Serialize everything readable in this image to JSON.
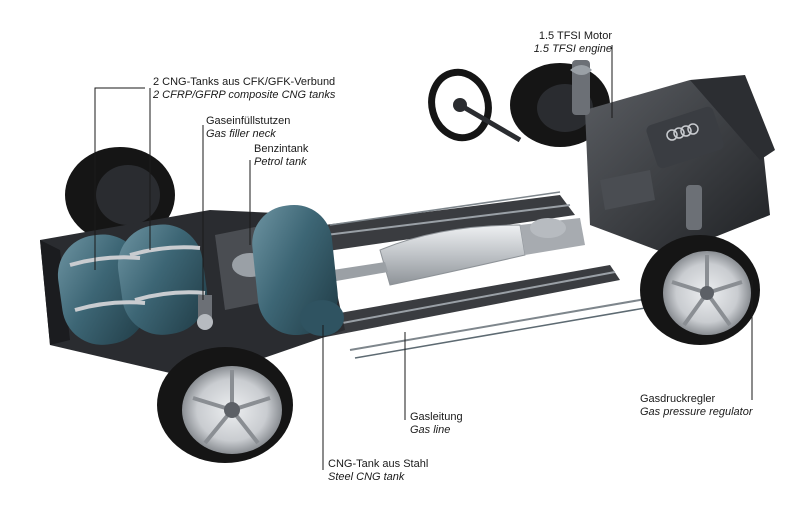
{
  "callouts": {
    "cng_tanks_composite": {
      "de": "2 CNG-Tanks aus CFK/GFK-Verbund",
      "en": "2 CFRP/GFRP composite CNG tanks"
    },
    "gas_filler_neck": {
      "de": "Gaseinfüllstutzen",
      "en": "Gas filler neck"
    },
    "petrol_tank": {
      "de": "Benzintank",
      "en": "Petrol tank"
    },
    "engine": {
      "de": "1.5 TFSI Motor",
      "en": "1.5 TFSI engine"
    },
    "gas_pressure_regulator": {
      "de": "Gasdruckregler",
      "en": "Gas pressure regulator"
    },
    "gas_line": {
      "de": "Gasleitung",
      "en": "Gas line"
    },
    "steel_cng_tank": {
      "de": "CNG-Tank aus Stahl",
      "en": "Steel CNG tank"
    }
  },
  "colors": {
    "background": "#ffffff",
    "leader_line": "#1a1a1a",
    "tank_blue": "#3d6675",
    "chassis_dark": "#2a2c30",
    "tire_black": "#151515",
    "rim_silver": "#c9ccd0",
    "exhaust_silver": "#bfc3c7"
  }
}
